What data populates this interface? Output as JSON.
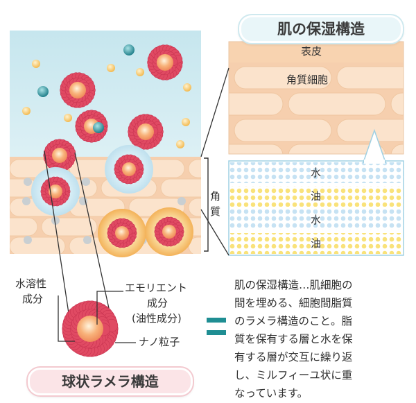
{
  "titles": {
    "skin_structure": "肌の保湿構造",
    "lamellar": "球状ラメラ構造"
  },
  "labels": {
    "epidermis": "表皮",
    "corneocyte": "角質細胞",
    "stratum_corneum_1": "角",
    "stratum_corneum_2": "質",
    "water_soluble_1": "水溶性",
    "water_soluble_2": "成分",
    "emollient_1": "エモリエント",
    "emollient_2": "成分",
    "emollient_3": "(油性成分)",
    "nano": "ナノ粒子"
  },
  "layers": [
    "水",
    "油",
    "水",
    "油"
  ],
  "description": [
    "肌の保湿構造…肌細胞の",
    "間を埋める、細胞間脂質",
    "のラメラ構造のこと。脂",
    "質を保有する層と水を保",
    "有する層が交互に繰り返",
    "し、ミルフィーユ状に重",
    "なっています。"
  ],
  "colors": {
    "sky": "#cfeaf1",
    "skin": "#f8d7b8",
    "cell": "#fbe3cc",
    "particle_red": "#e04a63",
    "particle_core": "#f6a86a",
    "teal_dot": "#2a8e98",
    "yellow_dot": "#f5c766",
    "equals": "#1f8e93"
  }
}
